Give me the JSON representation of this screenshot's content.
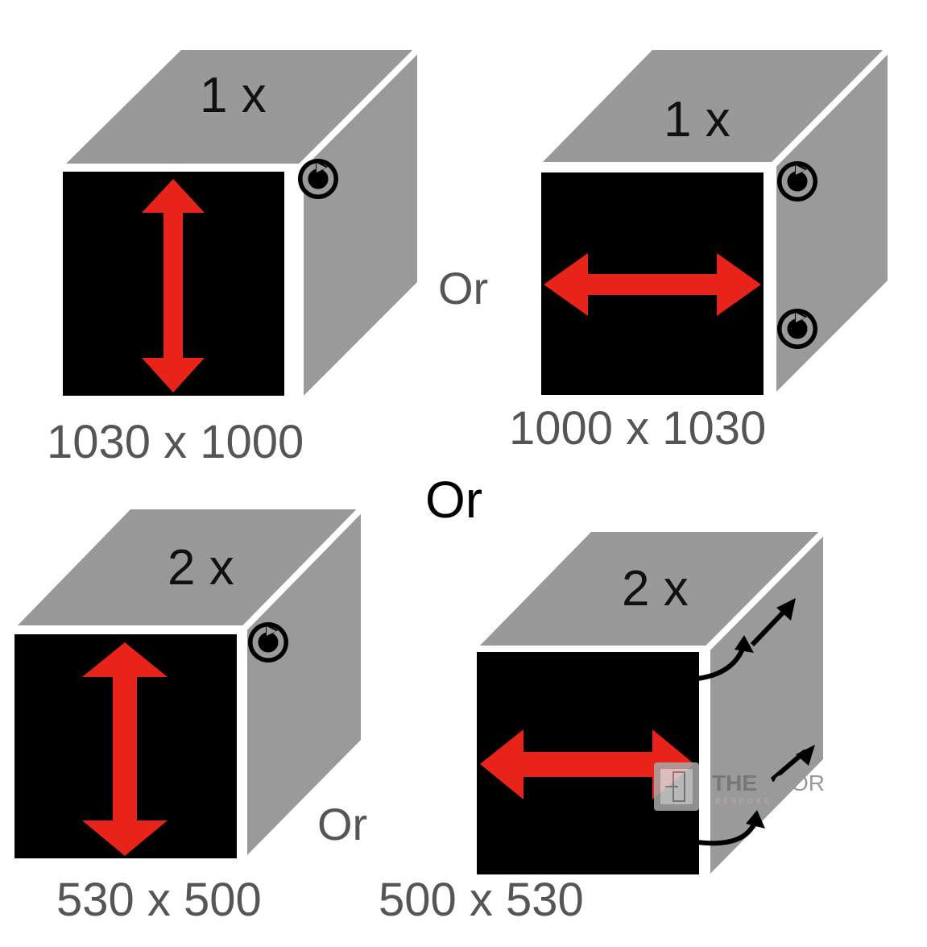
{
  "colors": {
    "cube_top": "#999999",
    "cube_side": "#9a9a9a",
    "cube_face": "#000000",
    "edge": "#ffffff",
    "arrow_red": "#e8231a",
    "label_dark": "#111111",
    "label_grey": "#555555",
    "watermark": "#888888"
  },
  "icons": {
    "rotate": "rotate-icon",
    "tilt": "curved-arrow-icon",
    "size_vertical": "double-arrow-vertical-icon",
    "size_horizontal": "double-arrow-horizontal-icon"
  },
  "options": [
    {
      "quantity": "1 x",
      "dimensions": "1030 x 1000",
      "orientation": "vertical",
      "hinge": "rotate-single"
    },
    {
      "quantity": "1 x",
      "dimensions": "1000 x 1030",
      "orientation": "horizontal",
      "hinge": "rotate-double"
    },
    {
      "quantity": "2 x",
      "dimensions": "530 x 500",
      "orientation": "vertical",
      "hinge": "rotate-single"
    },
    {
      "quantity": "2 x",
      "dimensions": "500 x 530",
      "orientation": "horizontal",
      "hinge": "tilt-double"
    }
  ],
  "separators": {
    "top": "Or",
    "middle": "Or",
    "bottom": "Or"
  },
  "watermark": {
    "brand_bold": "THE",
    "brand_light": "DOOR",
    "brand_sub": "BESPOKE"
  }
}
